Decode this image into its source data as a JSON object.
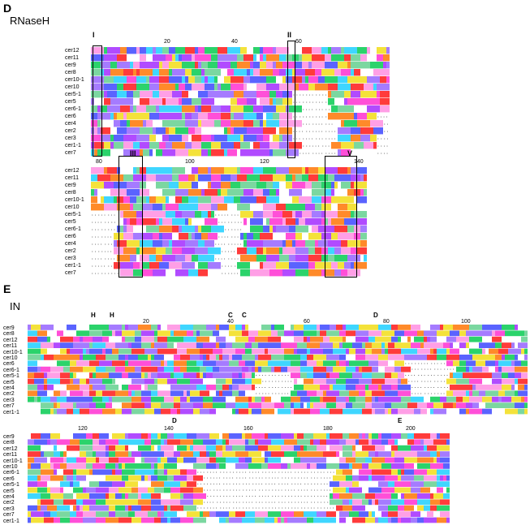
{
  "panelD": {
    "letter": "D",
    "title": "RNaseH",
    "block1": {
      "rows": [
        "cer12",
        "cer11",
        "cer9",
        "cer8",
        "cer10-1",
        "cer10",
        "cer5-1",
        "cer5",
        "cer6-1",
        "cer6",
        "cer4",
        "cer2",
        "cer3",
        "cer1-1",
        "cer7"
      ],
      "ticks": [
        "20",
        "40",
        "60"
      ],
      "motifs": [
        "I",
        "II"
      ]
    },
    "block2": {
      "rows": [
        "cer12",
        "cer11",
        "cer9",
        "cer8",
        "cer10-1",
        "cer10",
        "cer5-1",
        "cer5",
        "cer6-1",
        "cer6",
        "cer4",
        "cer2",
        "cer3",
        "cer1-1",
        "cer7"
      ],
      "ticks": [
        "80",
        "100",
        "120",
        "140"
      ],
      "motifs": [
        "III",
        "V"
      ]
    }
  },
  "panelE": {
    "letter": "E",
    "title": "IN",
    "block1": {
      "rows": [
        "cer9",
        "cer8",
        "cer12",
        "cer11",
        "cer10-1",
        "cer10",
        "cer6",
        "cer6-1",
        "cer5-1",
        "cer5",
        "cer4",
        "cer2",
        "cer3",
        "cer7",
        "cer1-1"
      ],
      "ticks": [
        "20",
        "40",
        "60",
        "80",
        "100"
      ],
      "motifs": [
        "H",
        "H",
        "C",
        "C",
        "D"
      ]
    },
    "block2": {
      "rows": [
        "cer9",
        "cer8",
        "cer12",
        "cer11",
        "cer10-1",
        "cer10",
        "cer6-1",
        "cer6",
        "cer5-1",
        "cer5",
        "cer4",
        "cer2",
        "cer3",
        "cer7",
        "cer1-1"
      ],
      "ticks": [
        "120",
        "140",
        "160",
        "180",
        "200"
      ],
      "motifs": [
        "D",
        "E"
      ]
    }
  }
}
